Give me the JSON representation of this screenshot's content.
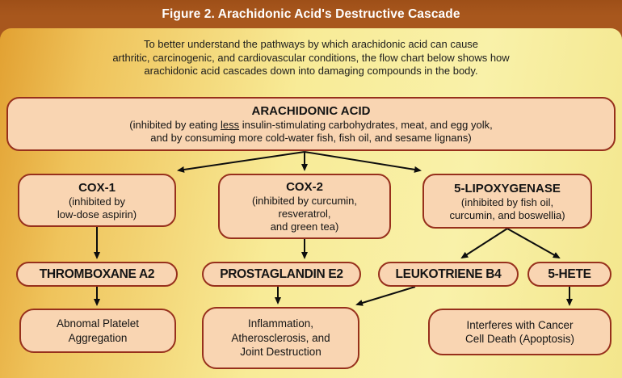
{
  "header": {
    "title": "Figure 2. Arachidonic Acid's Destructive Cascade"
  },
  "intro": {
    "lines": [
      "To better understand the pathways by which arachidonic acid can cause",
      "arthritic, carcinogenic, and cardiovascular conditions, the flow chart below shows how",
      "arachidonic acid cascades down into damaging compounds in the body."
    ]
  },
  "nodes": {
    "arachidonic": {
      "title": "ARACHIDONIC ACID",
      "sub_prefix": "(inhibited by eating ",
      "sub_underline": "less",
      "sub_suffix": " insulin-stimulating carbohydrates, meat, and egg yolk,",
      "sub_line2": "and by consuming more cold-water fish, fish oil, and sesame lignans)"
    },
    "cox1": {
      "title": "COX-1",
      "sub": "(inhibited by\nlow-dose aspirin)"
    },
    "cox2": {
      "title": "COX-2",
      "sub": "(inhibited by curcumin,\nresveratrol,\nand green tea)"
    },
    "lipoxygenase": {
      "title": "5-LIPOXYGENASE",
      "sub": "(inhibited by fish oil,\ncurcumin, and boswellia)"
    },
    "thromboxane": {
      "title": "THROMBOXANE A2"
    },
    "prostaglandin": {
      "title": "PROSTAGLANDIN E2"
    },
    "leukotriene": {
      "title": "LEUKOTRIENE B4"
    },
    "hete": {
      "title": "5-HETE"
    },
    "abnormal_platelet": {
      "text": "Abnomal Platelet\nAggregation"
    },
    "inflammation": {
      "text": "Inflammation,\nAtherosclerosis, and\nJoint Destruction"
    },
    "cancer": {
      "text": "Interferes with Cancer\nCell Death (Apoptosis)"
    }
  },
  "colors": {
    "header_bg": "#A8571D",
    "header_text": "#FFFFFF",
    "panel_left": "#E2A132",
    "panel_mid": "#F8EB97",
    "panel_right": "#F3E68C",
    "node_fill": "#F9D5B2",
    "node_border": "#97301C",
    "arrow": "#0D0D0D",
    "text": "#141414"
  }
}
